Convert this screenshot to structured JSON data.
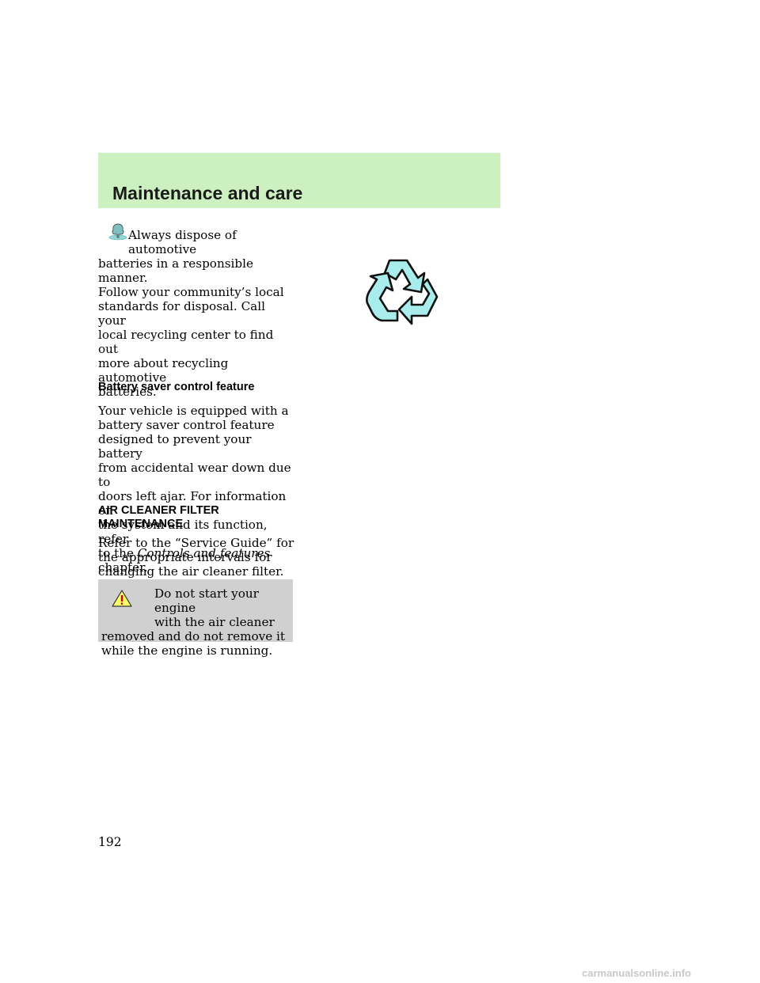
{
  "header": {
    "title": "Maintenance and care"
  },
  "battery_disposal": {
    "icon": "environment-tree-icon",
    "first_line": "Always dispose of automotive",
    "lines": [
      "batteries in a responsible manner.",
      "Follow your community’s local",
      "standards for disposal. Call your",
      "local recycling center to find out",
      "more about recycling automotive",
      "batteries."
    ],
    "recycle_icon": "recycle-symbol-icon",
    "recycle_color": "#a8ecec"
  },
  "battery_saver": {
    "heading": "Battery saver control feature",
    "lines": [
      "Your vehicle is equipped with a",
      "battery saver control feature",
      "designed to prevent your battery",
      "from accidental wear down due to",
      "doors left ajar. For information on",
      "the system and its function, refer"
    ],
    "ref_prefix": "to the ",
    "ref_italic": "Controls and features",
    "last_line": "chapter."
  },
  "air_cleaner": {
    "heading_line1": "AIR CLEANER FILTER",
    "heading_line2": "MAINTENANCE",
    "lines": [
      "Refer to the “Service Guide” for",
      "the appropriate intervals for",
      "changing the air cleaner filter."
    ]
  },
  "warning": {
    "icon": "warning-triangle-icon",
    "line1": "Do not start your engine",
    "line2": "with the air cleaner",
    "line3": "removed and do not remove it",
    "line4": "while the engine is running."
  },
  "page_number": "192",
  "footer": "carmanualsonline.info"
}
